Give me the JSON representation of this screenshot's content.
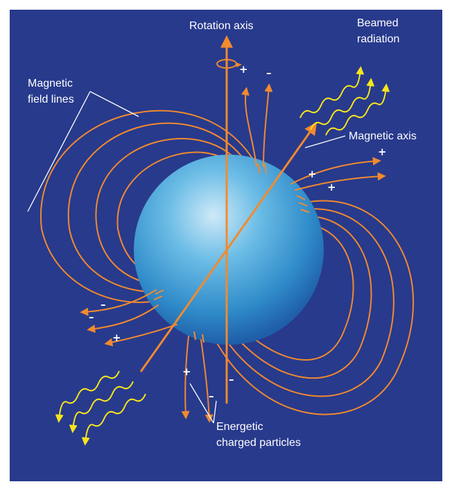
{
  "labels": {
    "rotation_axis": "Rotation axis",
    "beamed_radiation_1": "Beamed",
    "beamed_radiation_2": "radiation",
    "magnetic_field_lines_1": "Magnetic",
    "magnetic_field_lines_2": "field lines",
    "magnetic_axis": "Magnetic axis",
    "energetic_particles_1": "Energetic",
    "energetic_particles_2": "charged particles"
  },
  "signs": {
    "top_plus": "+",
    "top_minus": "–",
    "right_plus_1": "+",
    "right_plus_2": "+",
    "right_plus_3": "+",
    "left_minus_1": "–",
    "left_minus_2": "–",
    "left_plus": "+",
    "bottom_plus": "+",
    "bottom_minus_1": "–",
    "bottom_minus_2": "–"
  },
  "colors": {
    "background": "#283a8c",
    "field_lines": "#f28a2e",
    "radiation": "#f7e51c",
    "star": "#3ea0d8",
    "text": "#ffffff"
  }
}
